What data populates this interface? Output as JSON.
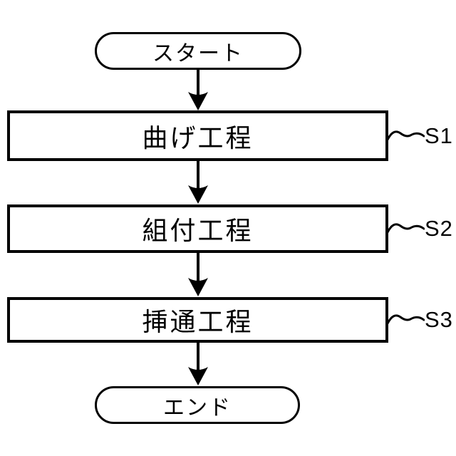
{
  "diagram": {
    "type": "flowchart",
    "orientation": "top-down",
    "colors": {
      "stroke": "#000000",
      "background": "#ffffff",
      "text": "#000000"
    },
    "start": {
      "label": "スタート"
    },
    "end": {
      "label": "エンド"
    },
    "steps": [
      {
        "label": "曲げ工程",
        "ref": "S1"
      },
      {
        "label": "組付工程",
        "ref": "S2"
      },
      {
        "label": "挿通工程",
        "ref": "S3"
      }
    ],
    "connections": [
      "start -> step1",
      "step1 -> step2",
      "step2 -> step3",
      "step3 -> end"
    ]
  }
}
